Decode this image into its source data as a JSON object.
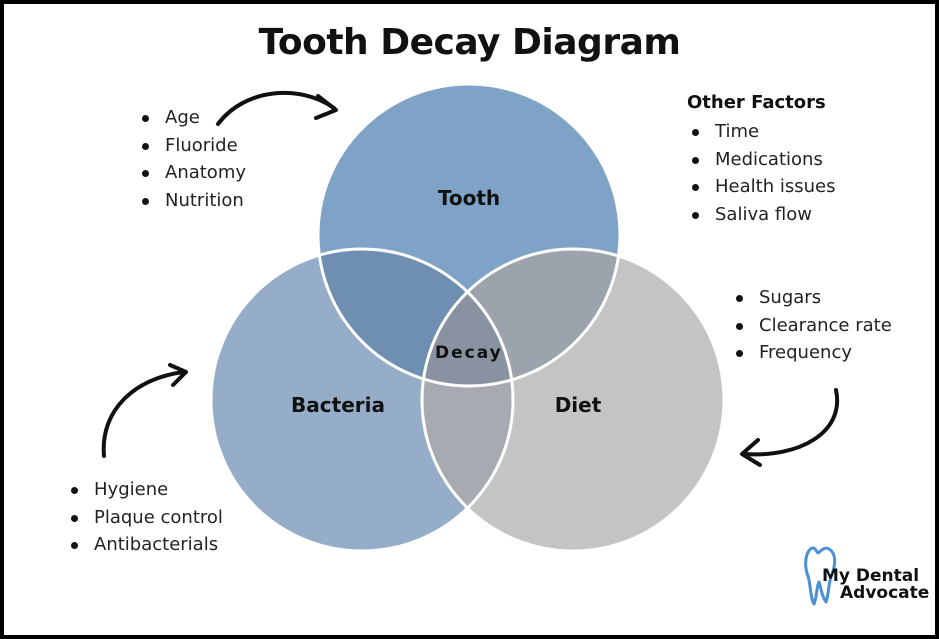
{
  "title": "Tooth Decay Diagram",
  "colors": {
    "tooth": "#7ea3c7",
    "bacteria": "#95adc8",
    "diet": "#c4c3c6",
    "tooth_bacteria": "#6f8fb2",
    "tooth_diet": "#9ca3ad",
    "bacteria_diet": "#a7aab1",
    "center": "#8892a0",
    "outline": "#ffffff",
    "arrow": "#111111",
    "logo_tooth": "#4b8fd4"
  },
  "circles": {
    "tooth": "Tooth",
    "bacteria": "Bacteria",
    "diet": "Diet",
    "center": "Decay"
  },
  "tooth_factors": [
    "Age",
    "Fluoride",
    "Anatomy",
    "Nutrition"
  ],
  "other_factors": {
    "heading": "Other Factors",
    "items": [
      "Time",
      "Medications",
      "Health issues",
      "Saliva flow"
    ]
  },
  "diet_factors": [
    "Sugars",
    "Clearance rate",
    "Frequency"
  ],
  "bacteria_factors": [
    "Hygiene",
    "Plaque control",
    "Antibacterials"
  ],
  "logo": {
    "line1": "My Dental",
    "line2": "Advocate",
    "icon": "tooth-icon"
  }
}
